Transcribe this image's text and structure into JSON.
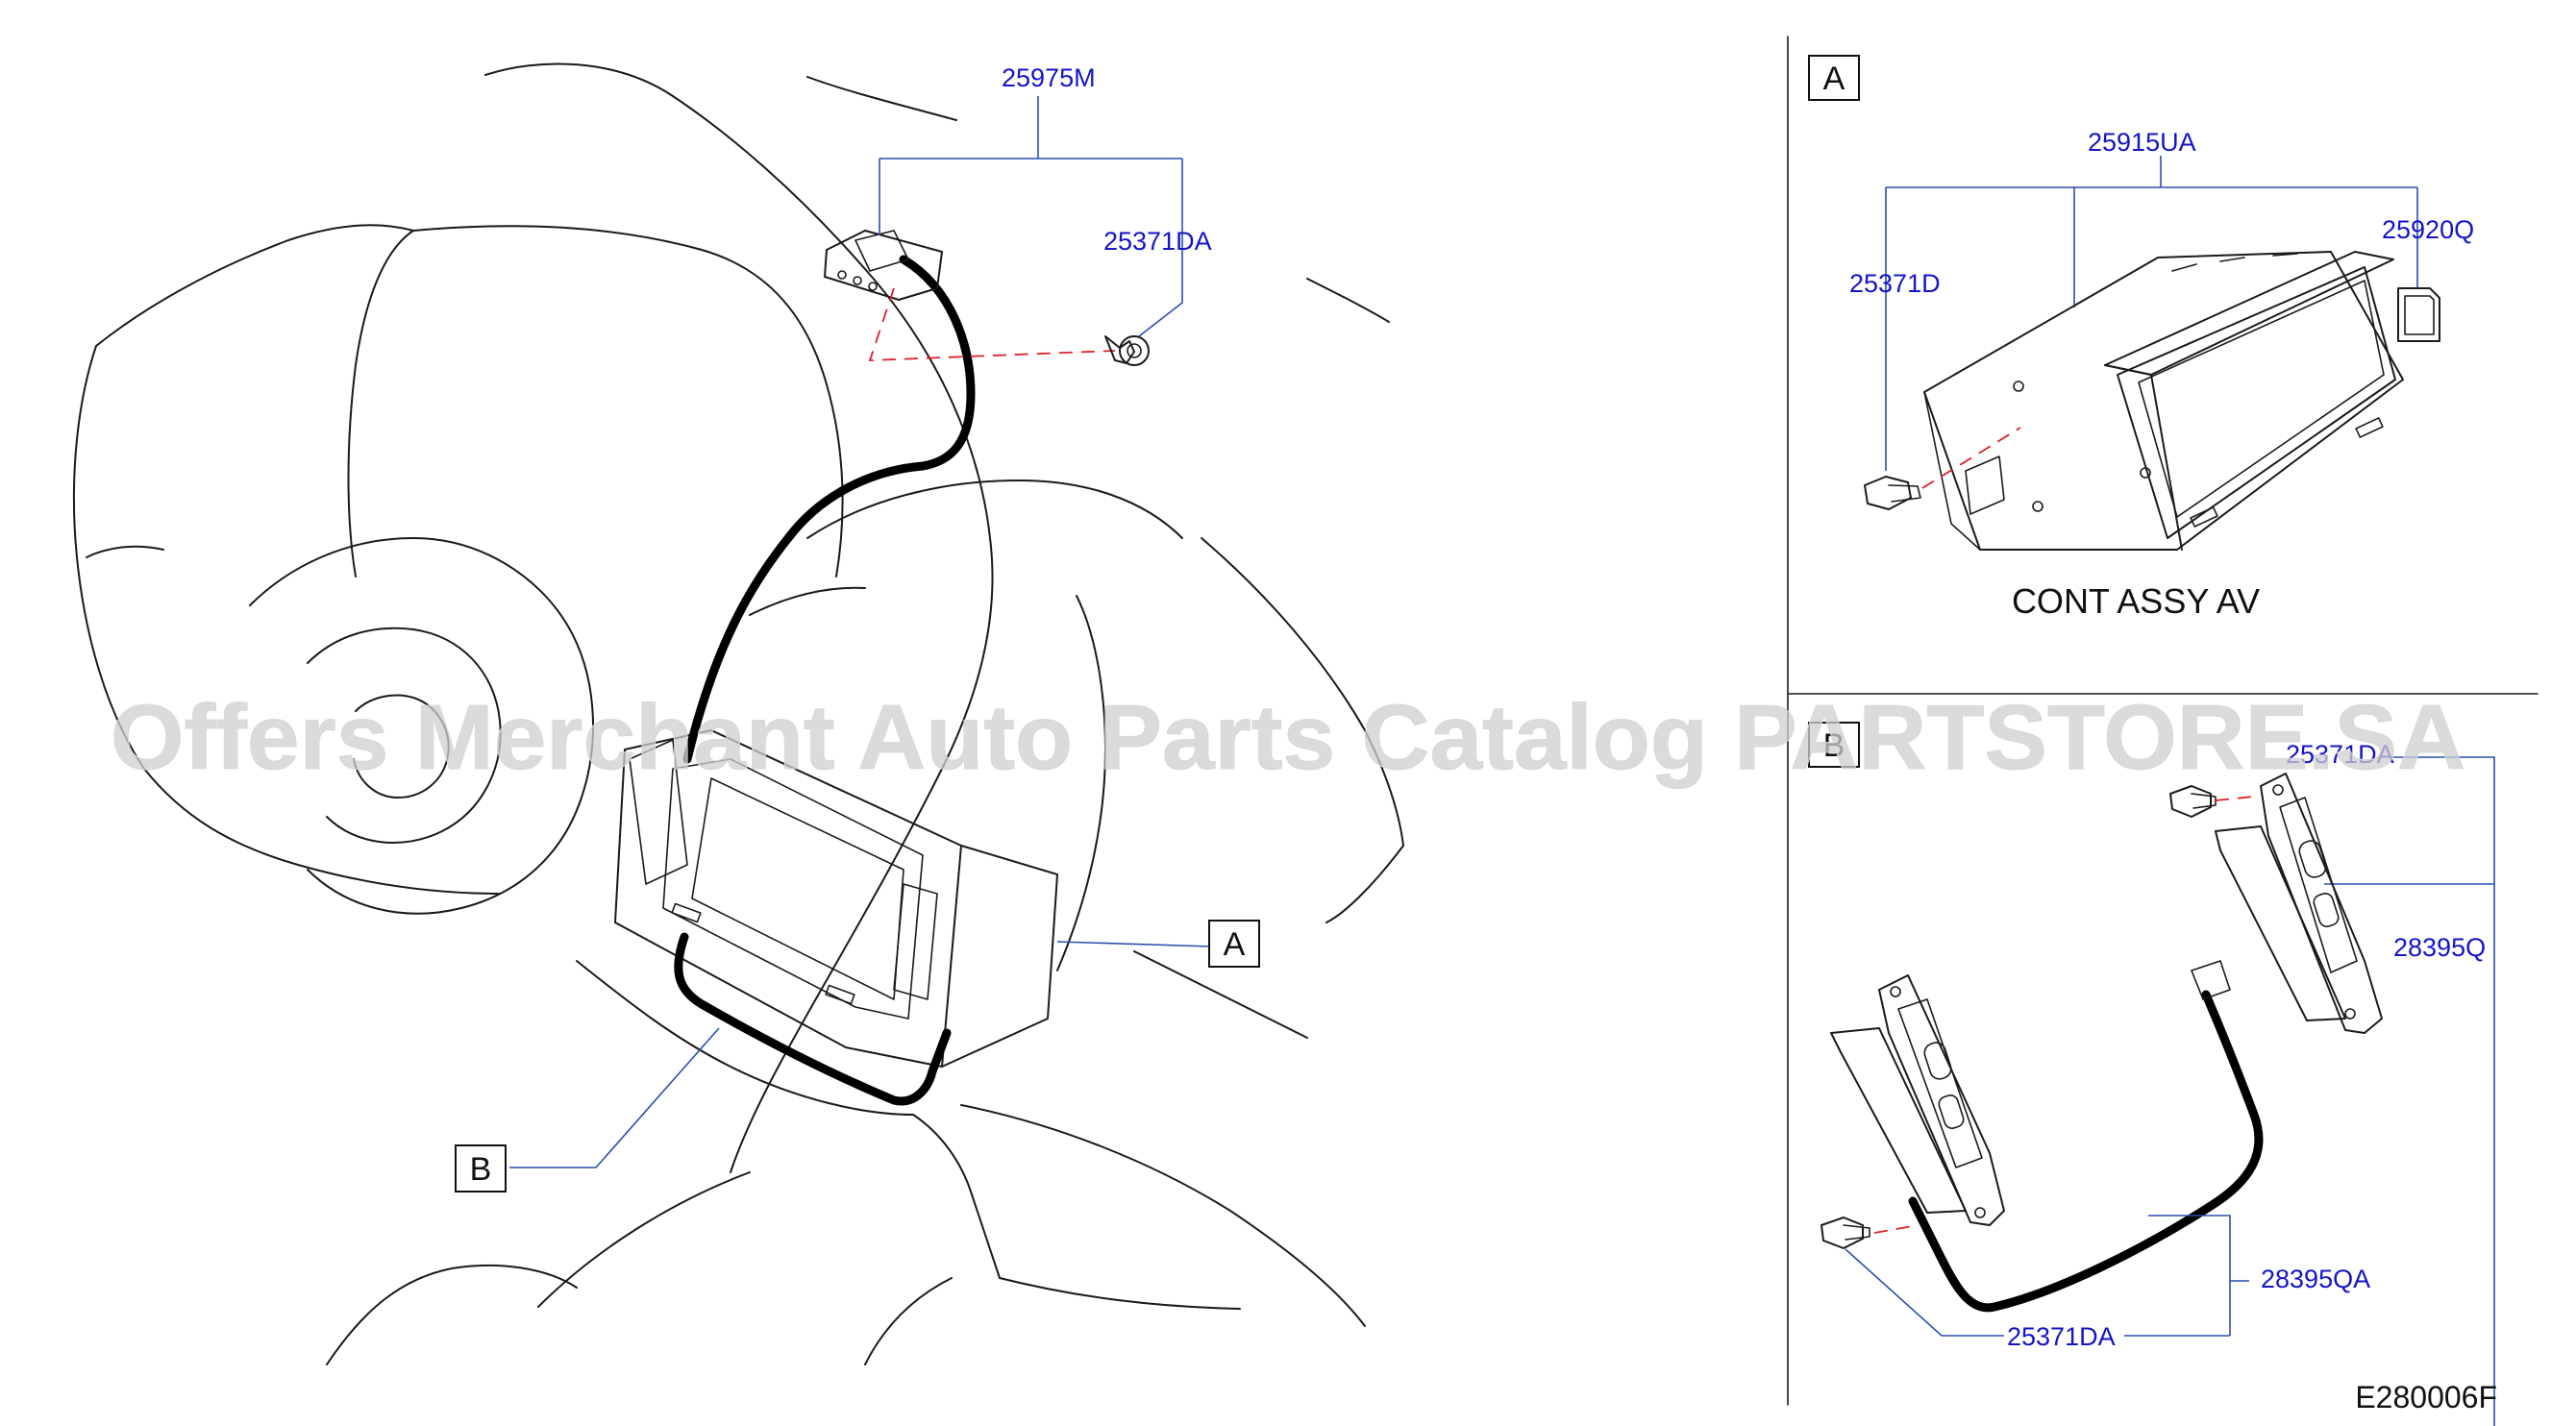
{
  "callouts": {
    "p25975M": "25975M",
    "p25371DA_top": "25371DA",
    "p25915UA": "25915UA",
    "p25920Q": "25920Q",
    "p25371D": "25371D",
    "p25371DA_right": "25371DA",
    "p28395Q": "28395Q",
    "p28395QA": "28395QA",
    "p25371DA_bottom": "25371DA"
  },
  "view_markers": {
    "a_main": "A",
    "b_main": "B",
    "a_section": "A",
    "b_section": "B"
  },
  "section_caption": "CONT  ASSY  AV",
  "diagram_code": "E280006F",
  "watermark": "Offers Merchant Auto Parts Catalog PARTSTORE.SA",
  "colors": {
    "part_label": "#1414c8",
    "leader": "#2a4fb0",
    "dashed_guide": "#e0202a"
  }
}
